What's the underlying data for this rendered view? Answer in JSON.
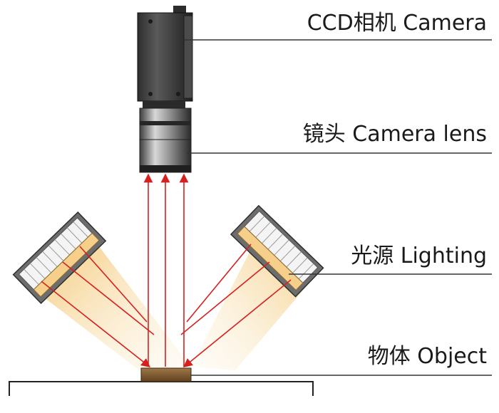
{
  "labels": {
    "camera": "CCD相机 Camera",
    "lens": "镜头 Camera lens",
    "lighting": "光源 Lighting",
    "object": "物体 Object"
  },
  "colors": {
    "ray": "#d62020",
    "leader": "#333333",
    "body_dark": "#3a3a3a",
    "lens_gray": "#8c8c8c",
    "light_glow": "#f7d9a0",
    "object_brown": "#7a5530"
  }
}
